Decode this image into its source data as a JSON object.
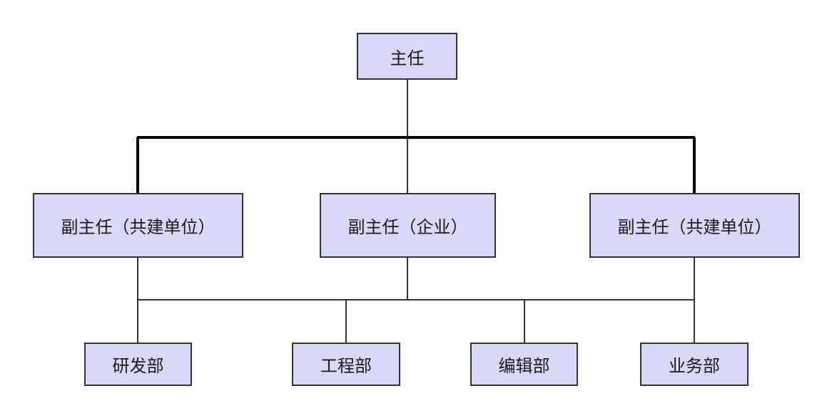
{
  "diagram": {
    "director": {
      "label": "主任"
    },
    "deputies": [
      {
        "label": "副主任（共建单位）"
      },
      {
        "label": "副主任（企业）"
      },
      {
        "label": "副主任（共建单位）"
      }
    ],
    "departments": [
      {
        "label": "研发部"
      },
      {
        "label": "工程部"
      },
      {
        "label": "编辑部"
      },
      {
        "label": "业务部"
      }
    ]
  },
  "colors": {
    "box_fill": "#d9d9f7",
    "box_border": "#333333",
    "connector": "#333333",
    "upper_bus": "#000000"
  }
}
